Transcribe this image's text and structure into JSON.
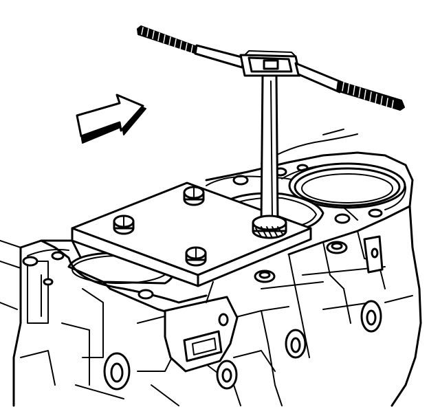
{
  "colors": {
    "ink": "#000000",
    "paper": "#ffffff"
  },
  "parts": {
    "arrow": "direction-arrow-icon",
    "tap_wrench": "t-handle-tap-wrench",
    "fixture_plate": "fixture-plate",
    "engine_block": "engine-block"
  }
}
